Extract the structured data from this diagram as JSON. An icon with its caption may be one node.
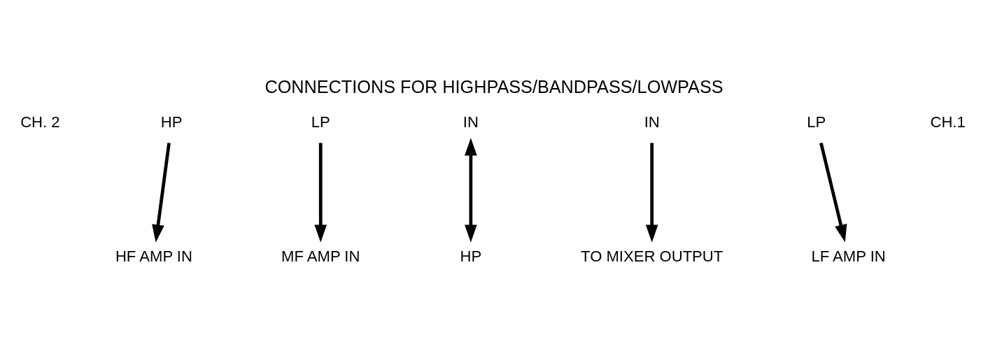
{
  "diagram": {
    "title": "CONNECTIONS FOR HIGHPASS/BANDPASS/LOWPASS",
    "nodes": [
      {
        "text": [
          "HP"
        ]
      },
      {
        "text": [
          "LP"
        ]
      },
      {
        "text": [
          "IN"
        ]
      },
      {
        "text": [
          "IN"
        ]
      },
      {
        "text": [
          "LP"
        ]
      },
      {
        "text": [
          "HP"
        ]
      },
      {
        "text": [
          "HF AMP IN"
        ]
      },
      {
        "text": [
          "MF AMP IN"
        ]
      },
      {
        "text": [
          "TO MIXER OUTPUT"
        ]
      },
      {
        "text": [
          "LF AMP IN"
        ]
      }
    ],
    "edges": [
      {
        "from": 0,
        "to": 6,
        "arrow": "to"
      },
      {
        "from": 1,
        "to": 7,
        "arrow": "to"
      },
      {
        "from": 2,
        "to": 5,
        "arrow": "both"
      },
      {
        "from": 3,
        "to": 8,
        "arrow": "to"
      },
      {
        "from": 4,
        "to": 9,
        "arrow": "to"
      }
    ],
    "labels": [
      "CH. 2",
      "CH.1"
    ]
  }
}
